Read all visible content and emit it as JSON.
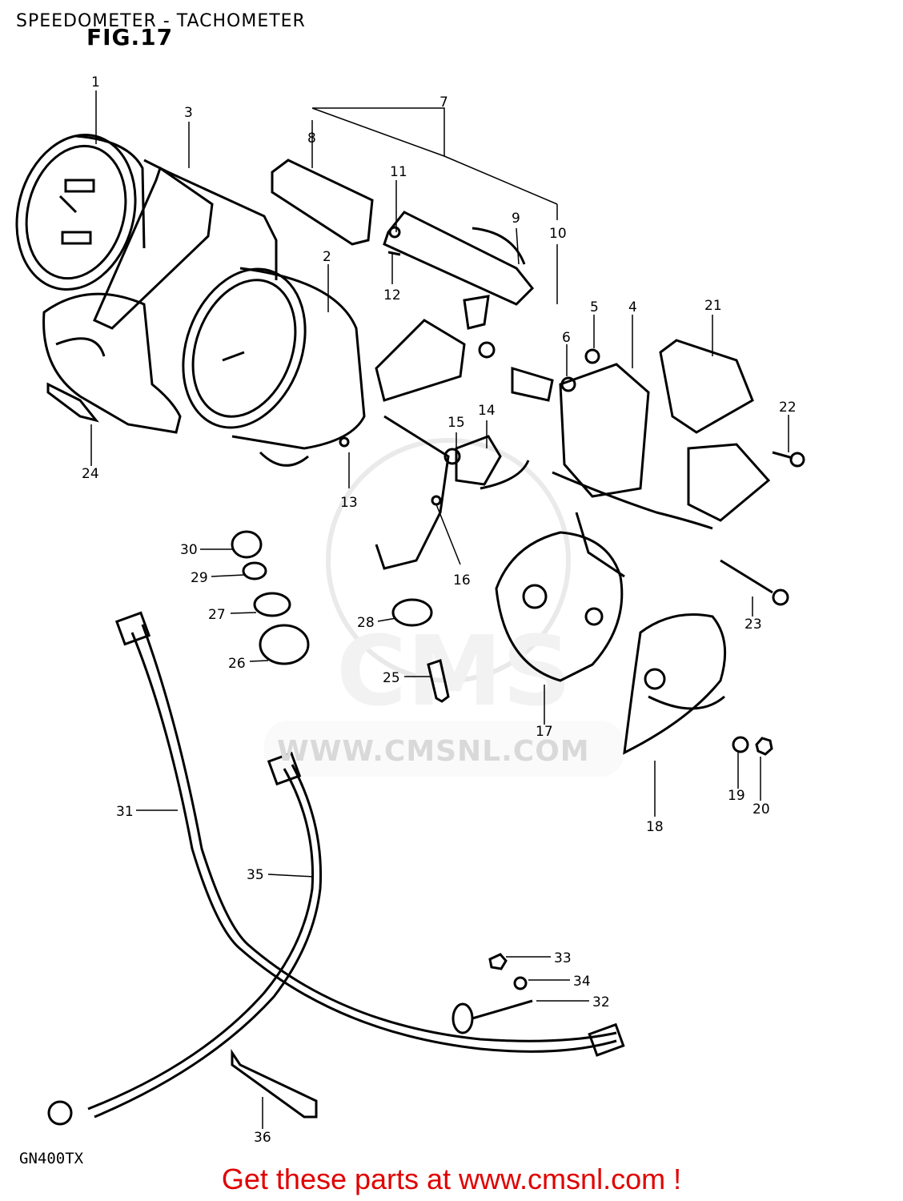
{
  "header": {
    "title": "SPEEDOMETER - TACHOMETER",
    "figure": "FIG.17"
  },
  "model": "GN400TX",
  "watermark": "WWW.CMSNL.COM",
  "watermark_logo": "CMS",
  "footer": {
    "text": "Get these parts at www.cmsnl.com !",
    "color": "#e00000"
  },
  "callouts": [
    "1",
    "2",
    "3",
    "4",
    "5",
    "6",
    "7",
    "8",
    "9",
    "10",
    "11",
    "12",
    "13",
    "14",
    "15",
    "16",
    "17",
    "18",
    "19",
    "20",
    "21",
    "22",
    "23",
    "24",
    "25",
    "26",
    "27",
    "28",
    "29",
    "30",
    "31",
    "32",
    "33",
    "34",
    "35",
    "36"
  ]
}
